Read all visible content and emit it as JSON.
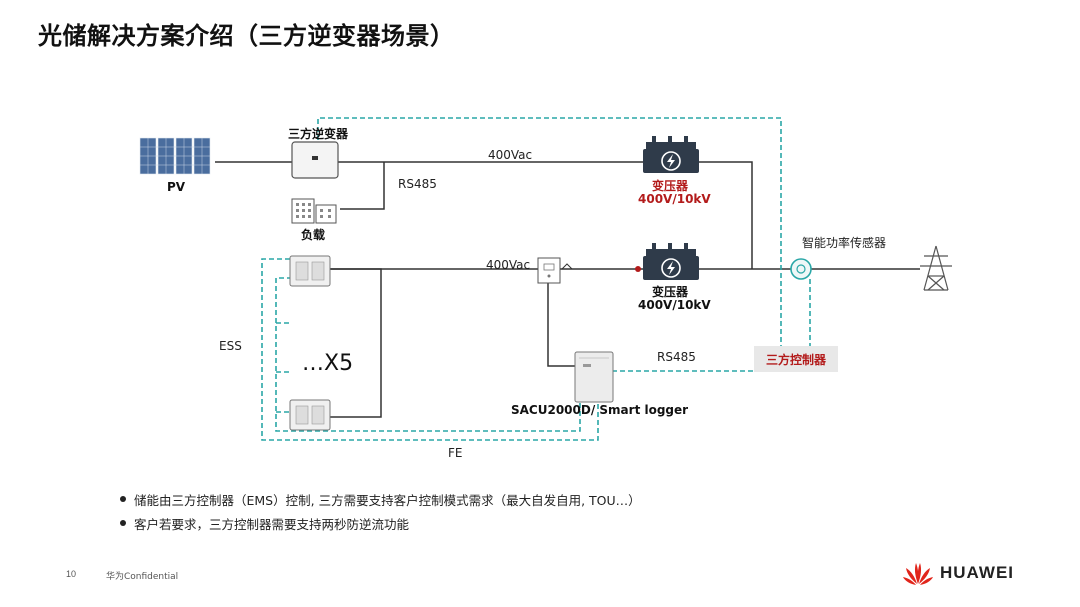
{
  "slide": {
    "title": "光储解决方案介绍（三方逆变器场景）",
    "page_number": "10",
    "confidential": "华为Confidential",
    "brand": "HUAWEI"
  },
  "diagram": {
    "pv_label": "PV",
    "inverter_label": "三方逆变器",
    "load_label": "负载",
    "ess_label": "ESS",
    "ess_count": "…X5",
    "line_top_voltage": "400Vac",
    "line_mid_voltage": "400Vac",
    "rs485_top": "RS485",
    "rs485_mid": "RS485",
    "fe_label": "FE",
    "transformer_top_name": "变压器",
    "transformer_top_rating": "400V/10kV",
    "transformer_mid_name": "变压器",
    "transformer_mid_rating": "400V/10kV",
    "sensor_label": "智能功率传感器",
    "controller_label": "三方控制器",
    "logger_label": "SACU2000D/ Smart logger"
  },
  "bullets": [
    "储能由三方控制器（EMS）控制, 三方需要支持客户控制模式需求（最大自发自用, TOU…）",
    "客户若要求，三方控制器需要支持两秒防逆流功能"
  ],
  "colors": {
    "dashed_line": "#2aa7a7",
    "line": "#333333",
    "accent_red": "#b31b1b",
    "transformer_fill": "#2f3b4a",
    "brand_red": "#e1251b"
  }
}
